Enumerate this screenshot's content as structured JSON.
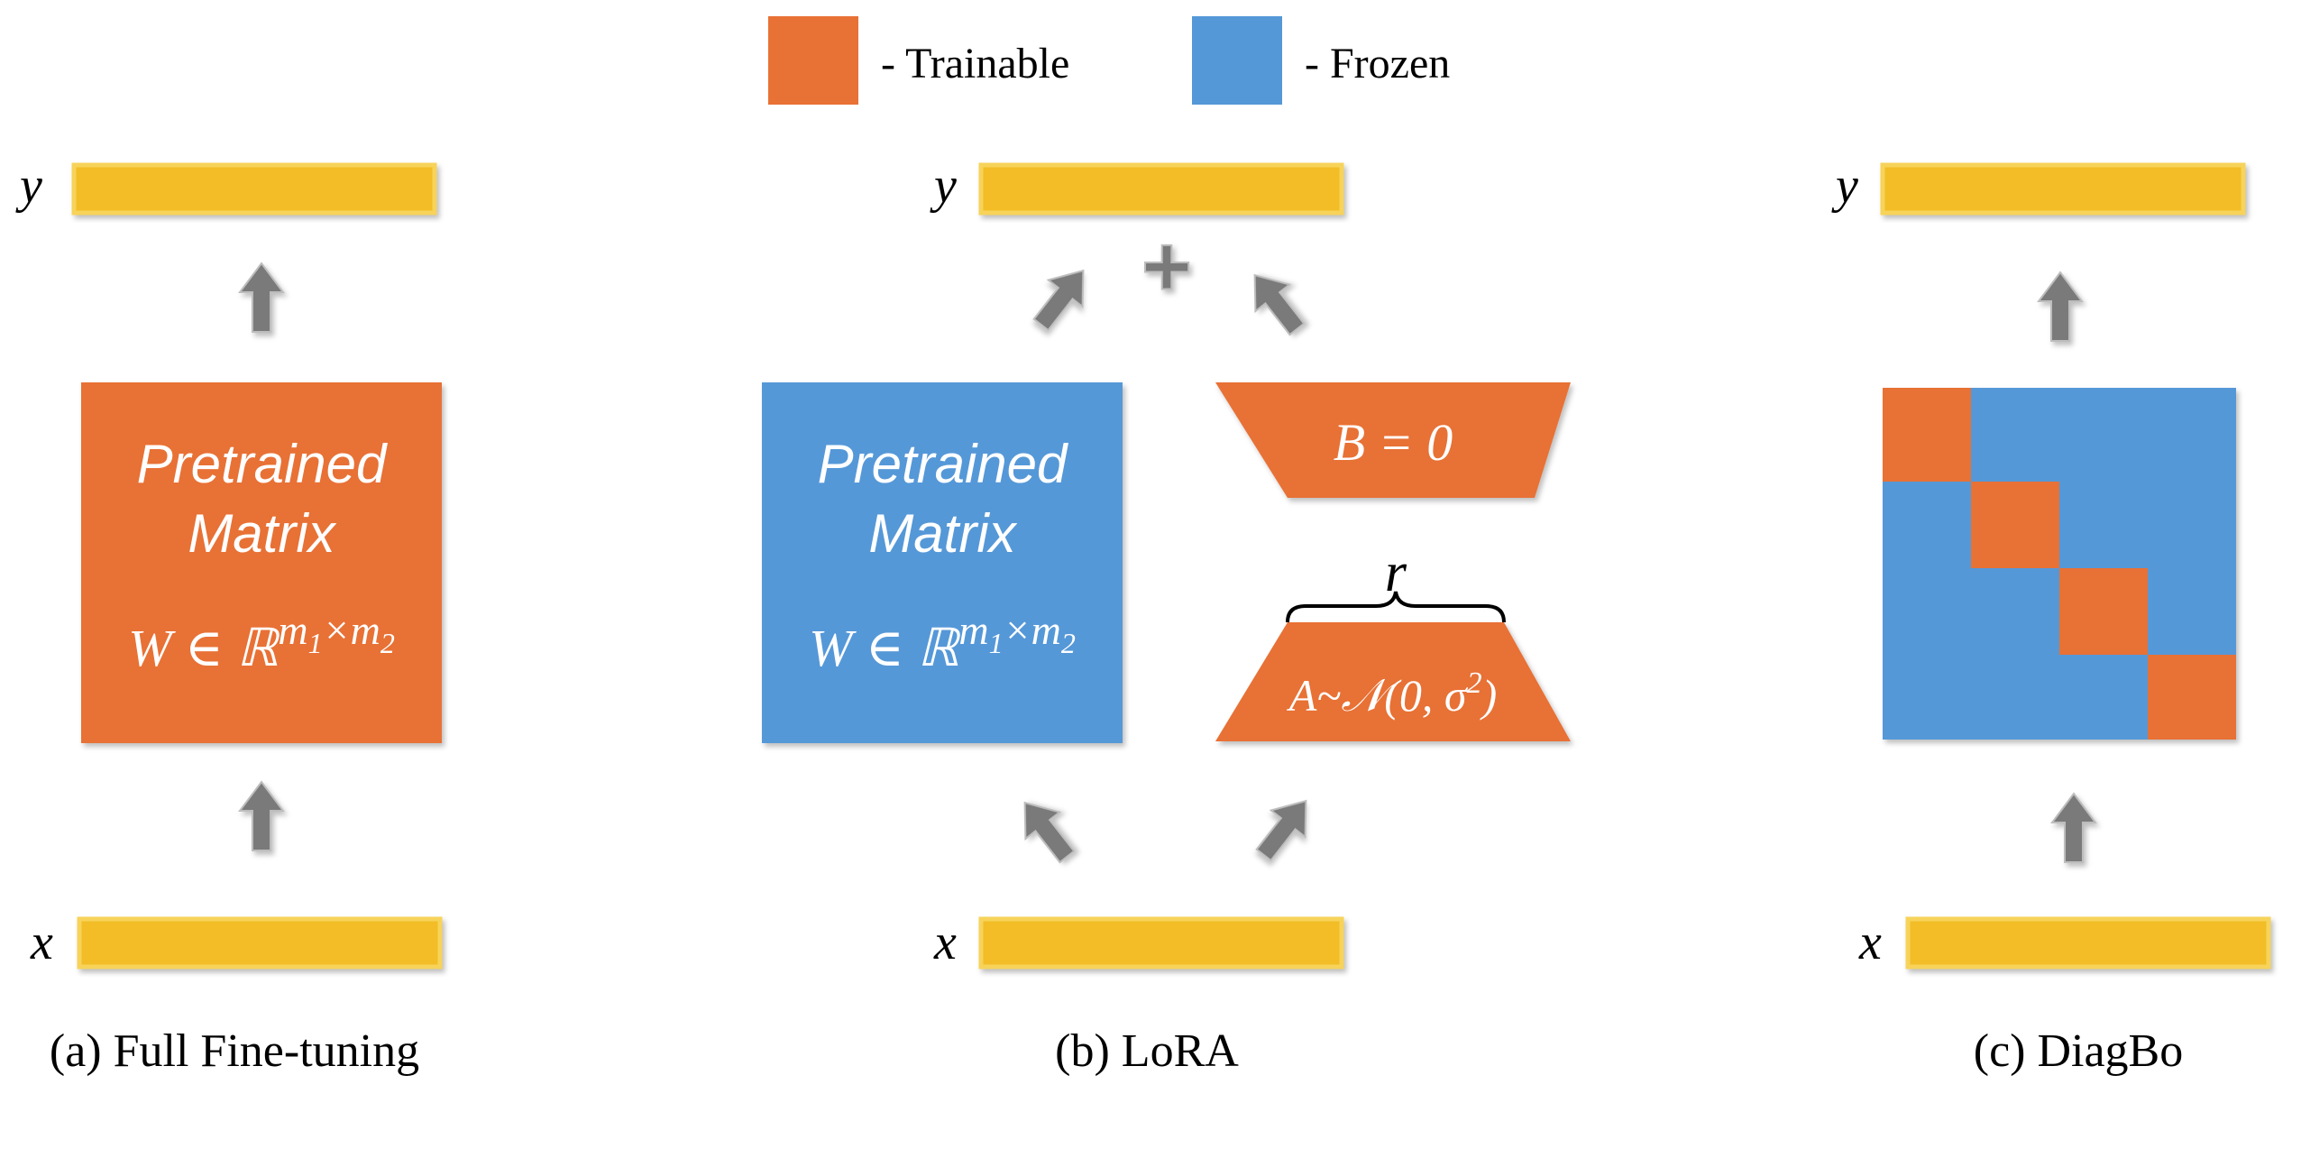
{
  "legend": {
    "trainable_label": "- Trainable",
    "frozen_label": "- Frozen"
  },
  "colors": {
    "trainable": "#e87135",
    "frozen": "#5498d8",
    "vector": "#f2bd27",
    "vector_border": "#f7d35a",
    "arrow": "#7a7a7a"
  },
  "panels": {
    "full_ft": {
      "caption": "(a) Full Fine-tuning",
      "output_label": "y",
      "input_label": "x",
      "matrix_line1": "Pretrained",
      "matrix_line2": "Matrix",
      "formula": {
        "base": "W ∈ ℝ",
        "sup_a": "m",
        "sub_a": "1",
        "times": "×",
        "sup_b": "m",
        "sub_b": "2"
      }
    },
    "lora": {
      "caption": "(b) LoRA",
      "output_label": "y",
      "input_label": "x",
      "plus": "+",
      "matrix_line1": "Pretrained",
      "matrix_line2": "Matrix",
      "formula": {
        "base": "W ∈ ℝ",
        "sup_a": "m",
        "sub_a": "1",
        "times": "×",
        "sup_b": "m",
        "sub_b": "2"
      },
      "b_label": "B = 0",
      "rank_label": "r",
      "a_label": {
        "text": "A~𝒩(0, σ",
        "sup": "2",
        "close": ")"
      }
    },
    "diagbo": {
      "caption": "(c) DiagBo",
      "output_label": "y",
      "input_label": "x",
      "diagonal_blocks": 4
    }
  }
}
